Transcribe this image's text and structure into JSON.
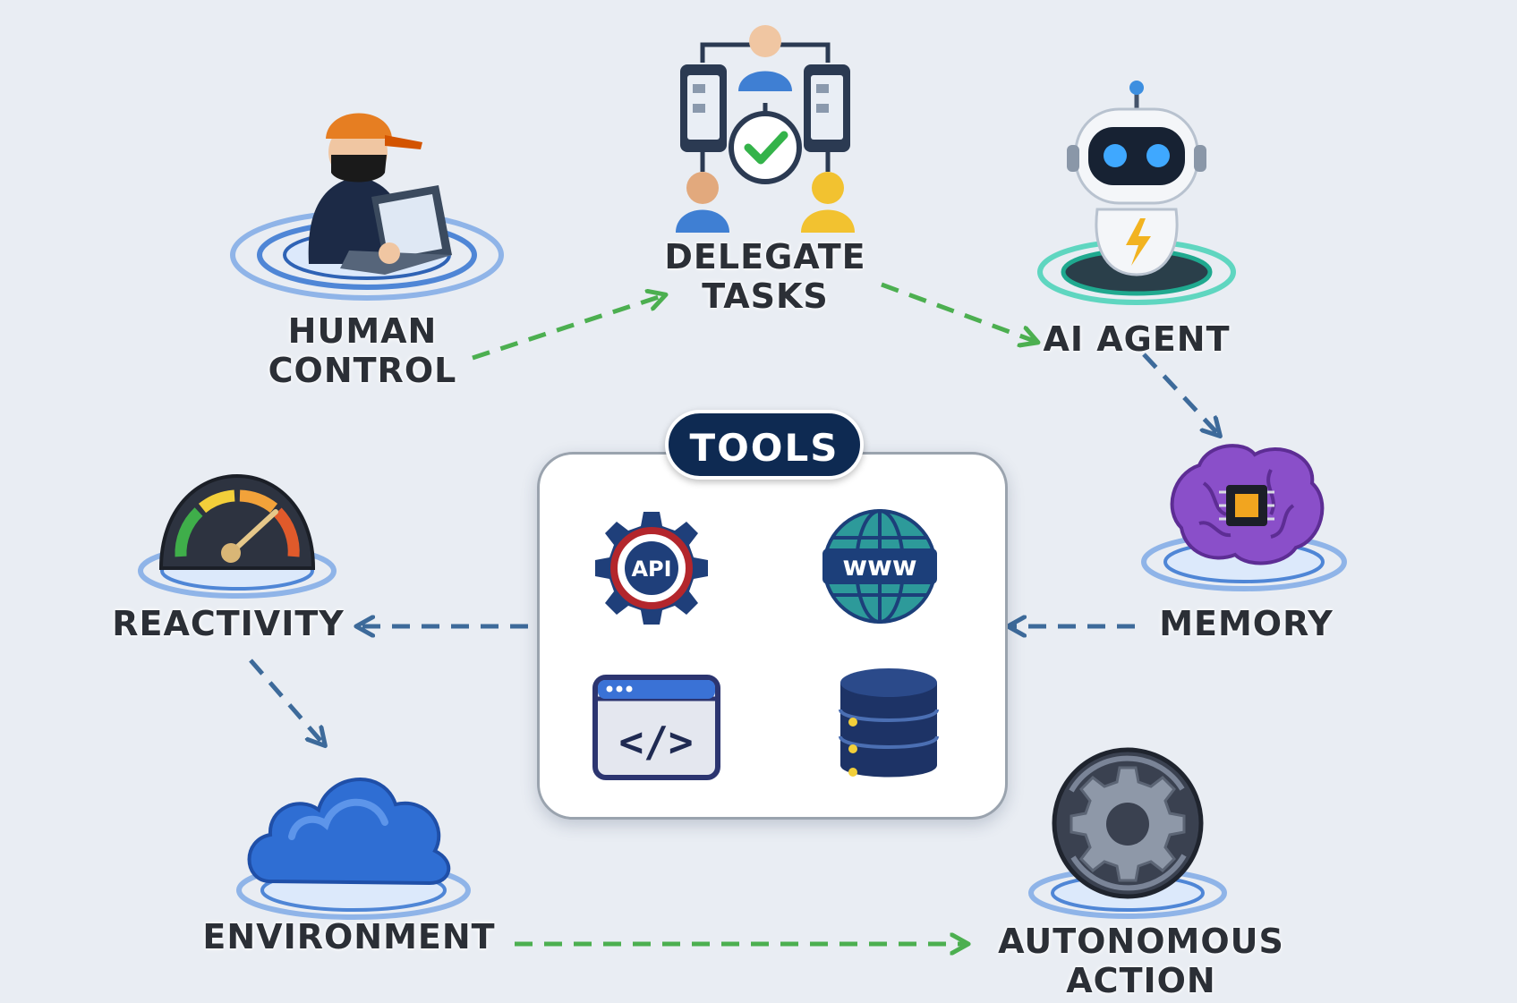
{
  "nodes": {
    "human_control": {
      "label_lines": [
        "HUMAN",
        "CONTROL"
      ]
    },
    "delegate_tasks": {
      "label_lines": [
        "DELEGATE",
        "TASKS"
      ]
    },
    "ai_agent": {
      "label_lines": [
        "AI AGENT"
      ]
    },
    "memory": {
      "label_lines": [
        "MEMORY"
      ]
    },
    "reactivity": {
      "label_lines": [
        "REACTIVITY"
      ]
    },
    "environment": {
      "label_lines": [
        "ENVIRONMENT"
      ]
    },
    "autonomous_action": {
      "label_lines": [
        "AUTONOMOUS",
        "ACTION"
      ]
    }
  },
  "tools": {
    "title": "TOOLS",
    "items": [
      {
        "icon": "api-gear-icon",
        "text": "API"
      },
      {
        "icon": "www-globe-icon",
        "text": "www"
      },
      {
        "icon": "code-window-icon",
        "text": "</>"
      },
      {
        "icon": "database-icon",
        "text": ""
      }
    ]
  },
  "flow": [
    {
      "from": "human_control",
      "to": "delegate_tasks",
      "color": "#4caf50"
    },
    {
      "from": "delegate_tasks",
      "to": "ai_agent",
      "color": "#4caf50"
    },
    {
      "from": "ai_agent",
      "to": "memory",
      "color": "#3d6a9a"
    },
    {
      "from": "memory",
      "to": "tools",
      "color": "#3d6a9a"
    },
    {
      "from": "tools",
      "to": "reactivity",
      "color": "#3d6a9a"
    },
    {
      "from": "reactivity",
      "to": "environment",
      "color": "#3d6a9a"
    },
    {
      "from": "environment",
      "to": "autonomous_action",
      "color": "#4caf50"
    }
  ],
  "colors": {
    "background": "#e9edf3",
    "label_text": "#2b2f36",
    "green_arrow": "#4caf50",
    "blue_arrow": "#3d6a9a",
    "tools_badge": "#0e2a52"
  }
}
